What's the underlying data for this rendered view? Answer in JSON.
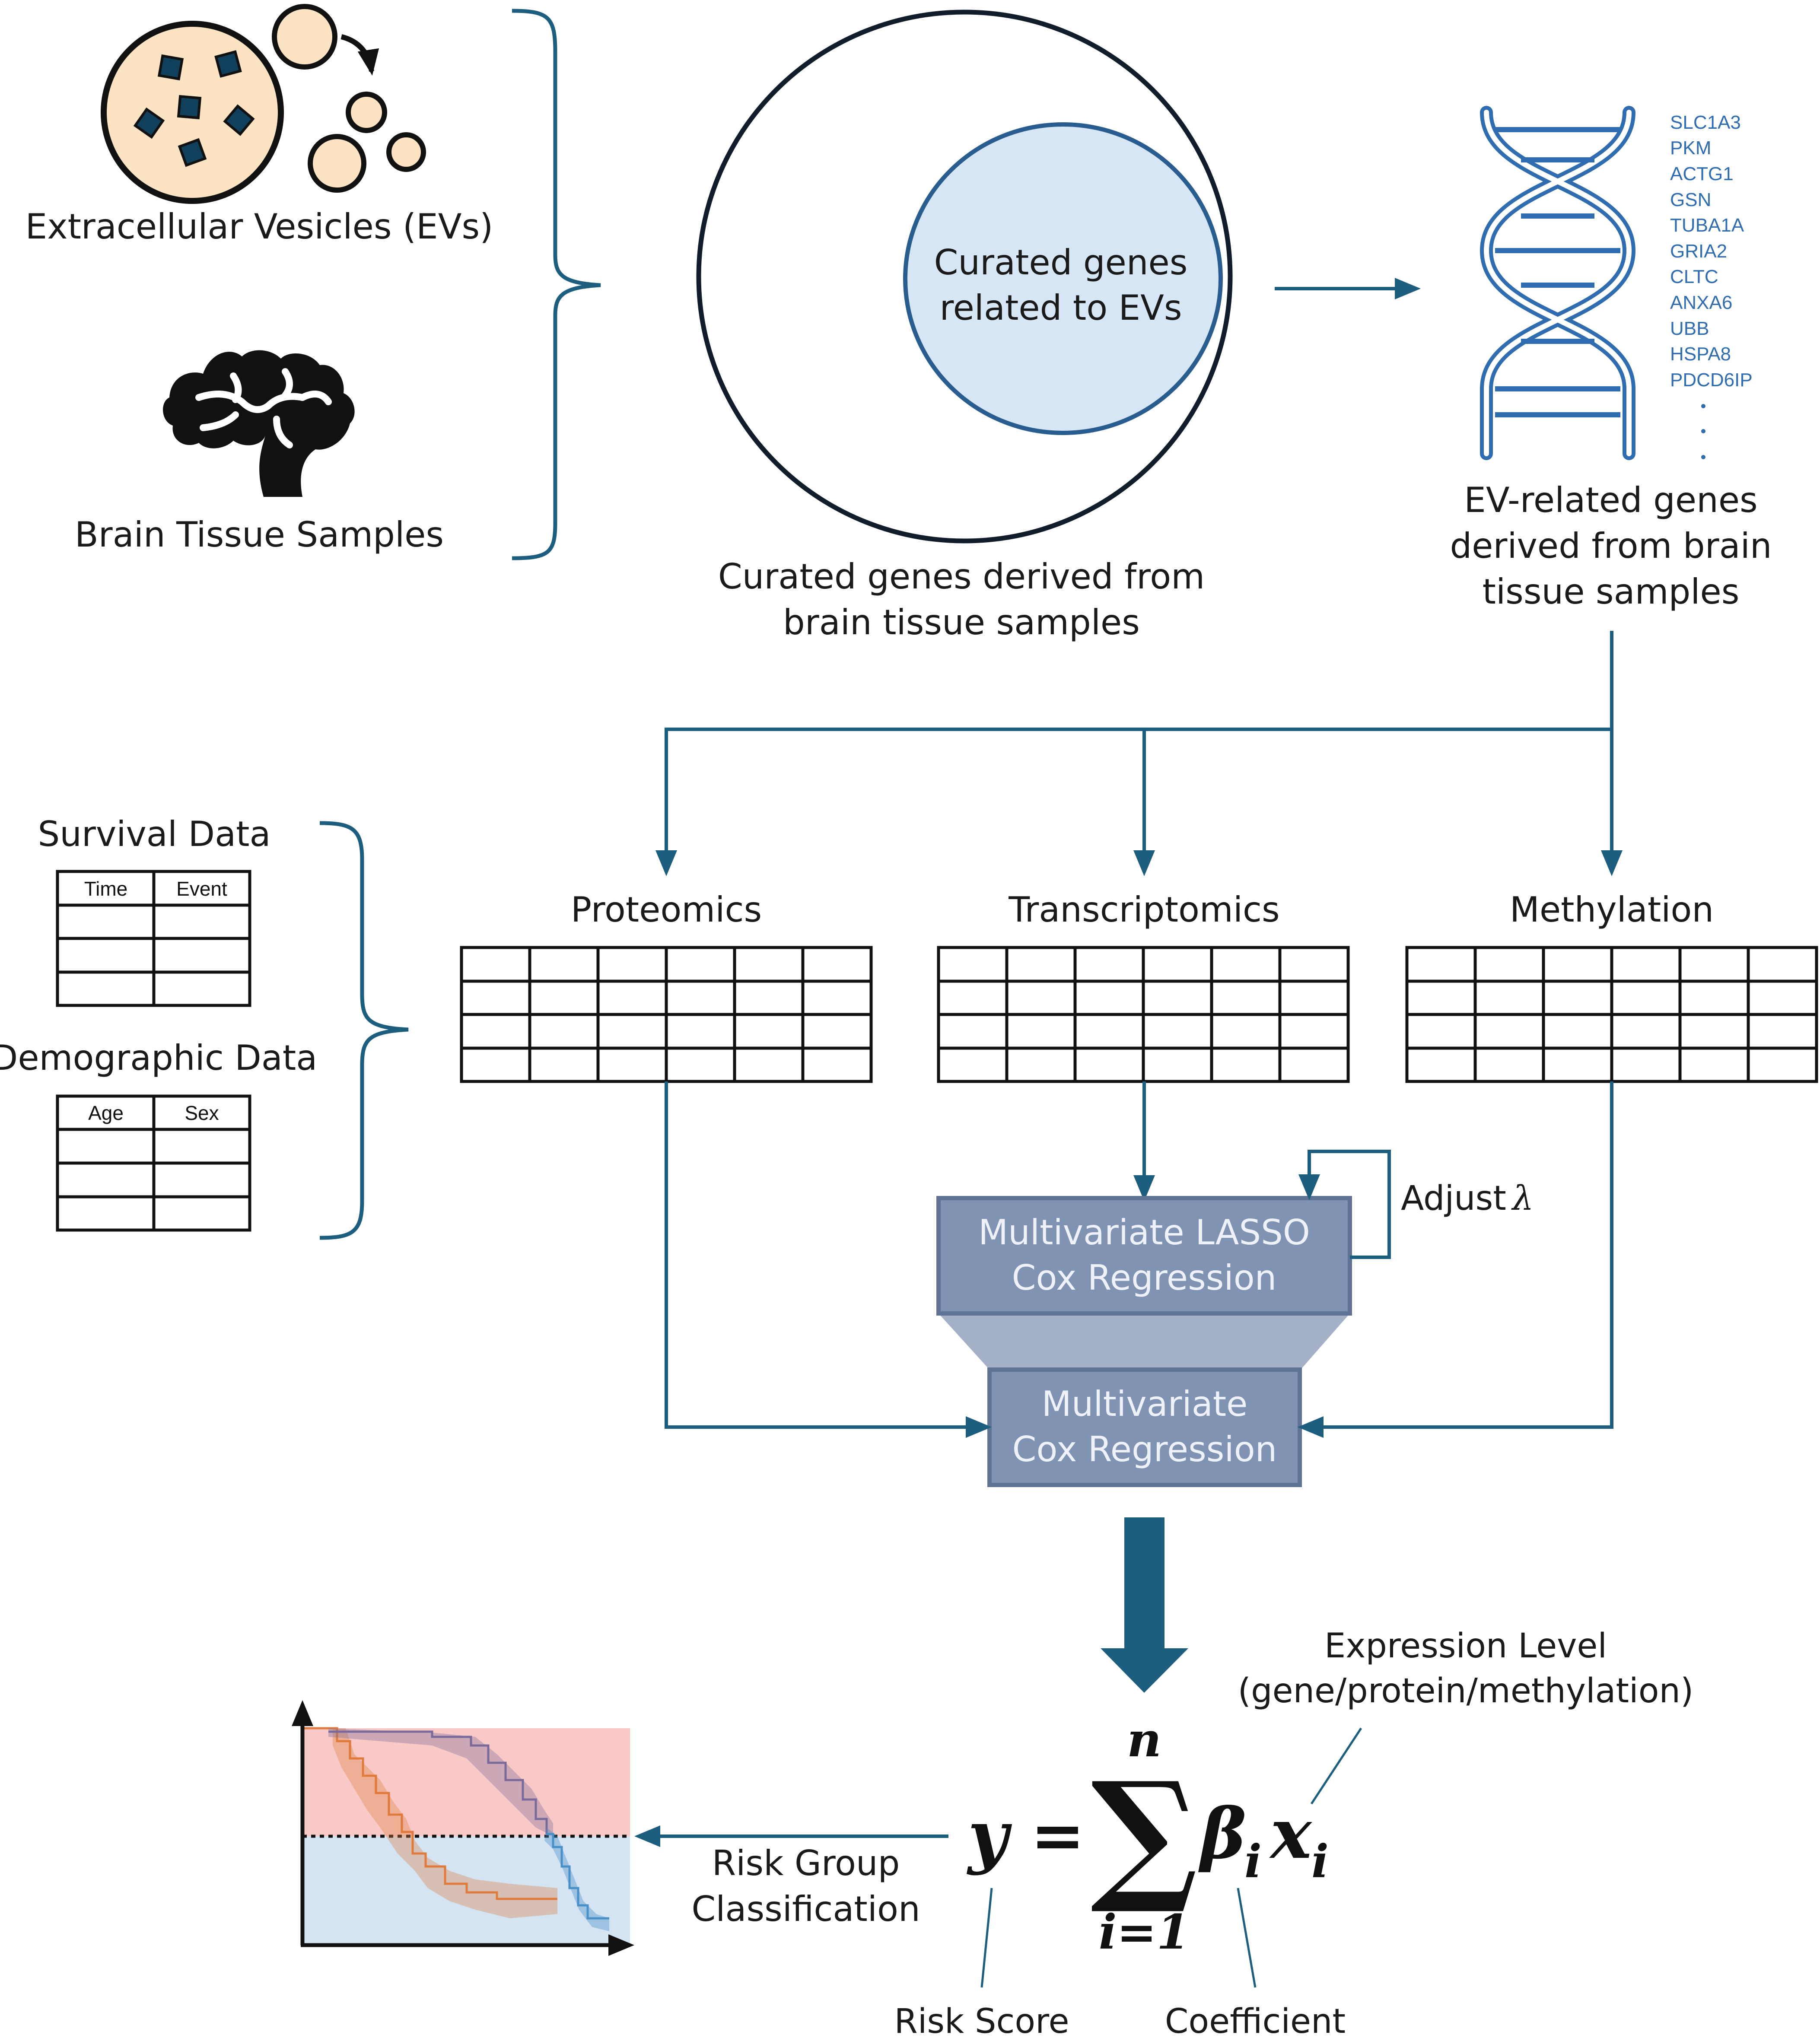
{
  "inputs": {
    "ev_label": "Extracellular Vesicles (EVs)",
    "brain_label": "Brain Tissue Samples"
  },
  "venn": {
    "inner_label_line1": "Curated genes",
    "inner_label_line2": "related to EVs",
    "outer_caption_line1": "Curated genes derived from",
    "outer_caption_line2": "brain tissue samples"
  },
  "gene_list": {
    "genes": [
      "SLC1A3",
      "PKM",
      "ACTG1",
      "GSN",
      "TUBA1A",
      "GRIA2",
      "CLTC",
      "ANXA6",
      "UBB",
      "HSPA8",
      "PDCD6IP"
    ],
    "caption_line1": "EV-related genes",
    "caption_line2": "derived from brain",
    "caption_line3": "tissue samples"
  },
  "clinical": {
    "survival_title": "Survival Data",
    "survival_cols": [
      "Time",
      "Event"
    ],
    "demographic_title": "Demographic Data",
    "demographic_cols": [
      "Age",
      "Sex"
    ]
  },
  "omics": {
    "proteomics": "Proteomics",
    "transcriptomics": "Transcriptomics",
    "methylation": "Methylation"
  },
  "models": {
    "lasso_line1": "Multivariate LASSO",
    "lasso_line2": "Cox Regression",
    "adjust_label": "Adjust",
    "adjust_symbol": "λ",
    "cox_line1": "Multivariate",
    "cox_line2": "Cox Regression"
  },
  "formula": {
    "lhs": "y",
    "equals": "=",
    "sigma": "∑",
    "upper": "n",
    "lower": "i=1",
    "beta": "β",
    "x": "x",
    "sub": "i",
    "expression_line1": "Expression Level",
    "expression_line2": "(gene/protein/methylation)",
    "risk_score": "Risk Score",
    "coefficient": "Coefficient"
  },
  "risk": {
    "line1": "Risk Group",
    "line2": "Classification"
  },
  "colors": {
    "flow": "#1d5e7e",
    "venn_inner_fill": "#d6e6f5",
    "venn_inner_stroke": "#2a5d8f",
    "box_fill": "#8093b3",
    "box_stroke": "#5f7397",
    "high_risk_band": "#f8c9c6",
    "low_risk_band": "#d5e4f3",
    "curve_orange": "#e07a3c",
    "curve_purple": "#7a6a9c",
    "curve_blue": "#4a90c8"
  }
}
